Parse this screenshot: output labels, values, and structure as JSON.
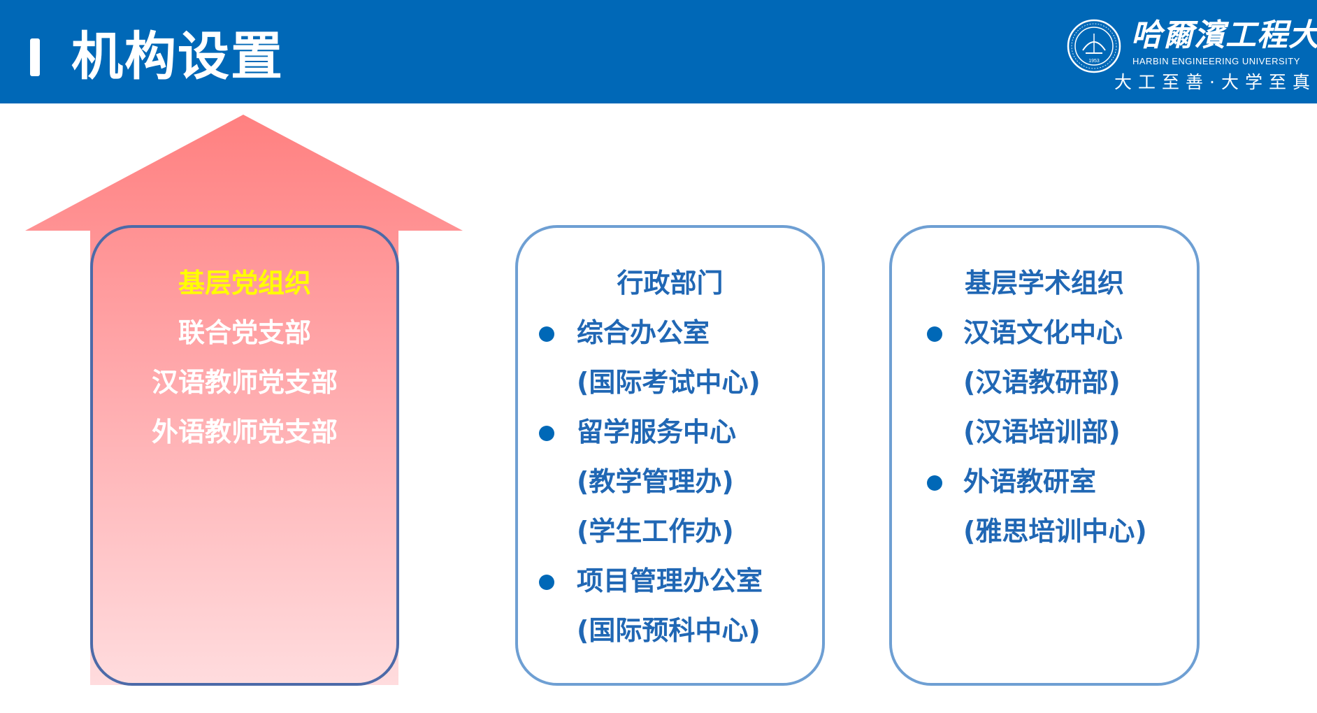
{
  "header": {
    "title": "机构设置",
    "university_cn": "哈爾濱工程大学",
    "university_en": "HARBIN ENGINEERING UNIVERSITY",
    "motto": "大工至善·大学至真",
    "logo_year": "1953"
  },
  "colors": {
    "header_bg": "#0068b7",
    "box_text": "#2067b4",
    "highlight_yellow": "#ffff00",
    "arrow_pink": "#ff8a8a"
  },
  "party_box": {
    "heading": "基层党组织",
    "items": [
      "联合党支部",
      "汉语教师党支部",
      "外语教师党支部"
    ]
  },
  "admin_box": {
    "heading": "行政部门",
    "items": [
      {
        "name": "综合办公室",
        "subs": [
          "(国际考试中心)"
        ]
      },
      {
        "name": "留学服务中心",
        "subs": [
          "(教学管理办)",
          "(学生工作办)"
        ]
      },
      {
        "name": "项目管理办公室",
        "subs": [
          "(国际预科中心)"
        ]
      }
    ]
  },
  "academic_box": {
    "heading": "基层学术组织",
    "items": [
      {
        "name": "汉语文化中心",
        "subs": [
          "(汉语教研部)",
          "(汉语培训部)"
        ]
      },
      {
        "name": "外语教研室",
        "subs": [
          "(雅思培训中心)"
        ]
      }
    ]
  }
}
